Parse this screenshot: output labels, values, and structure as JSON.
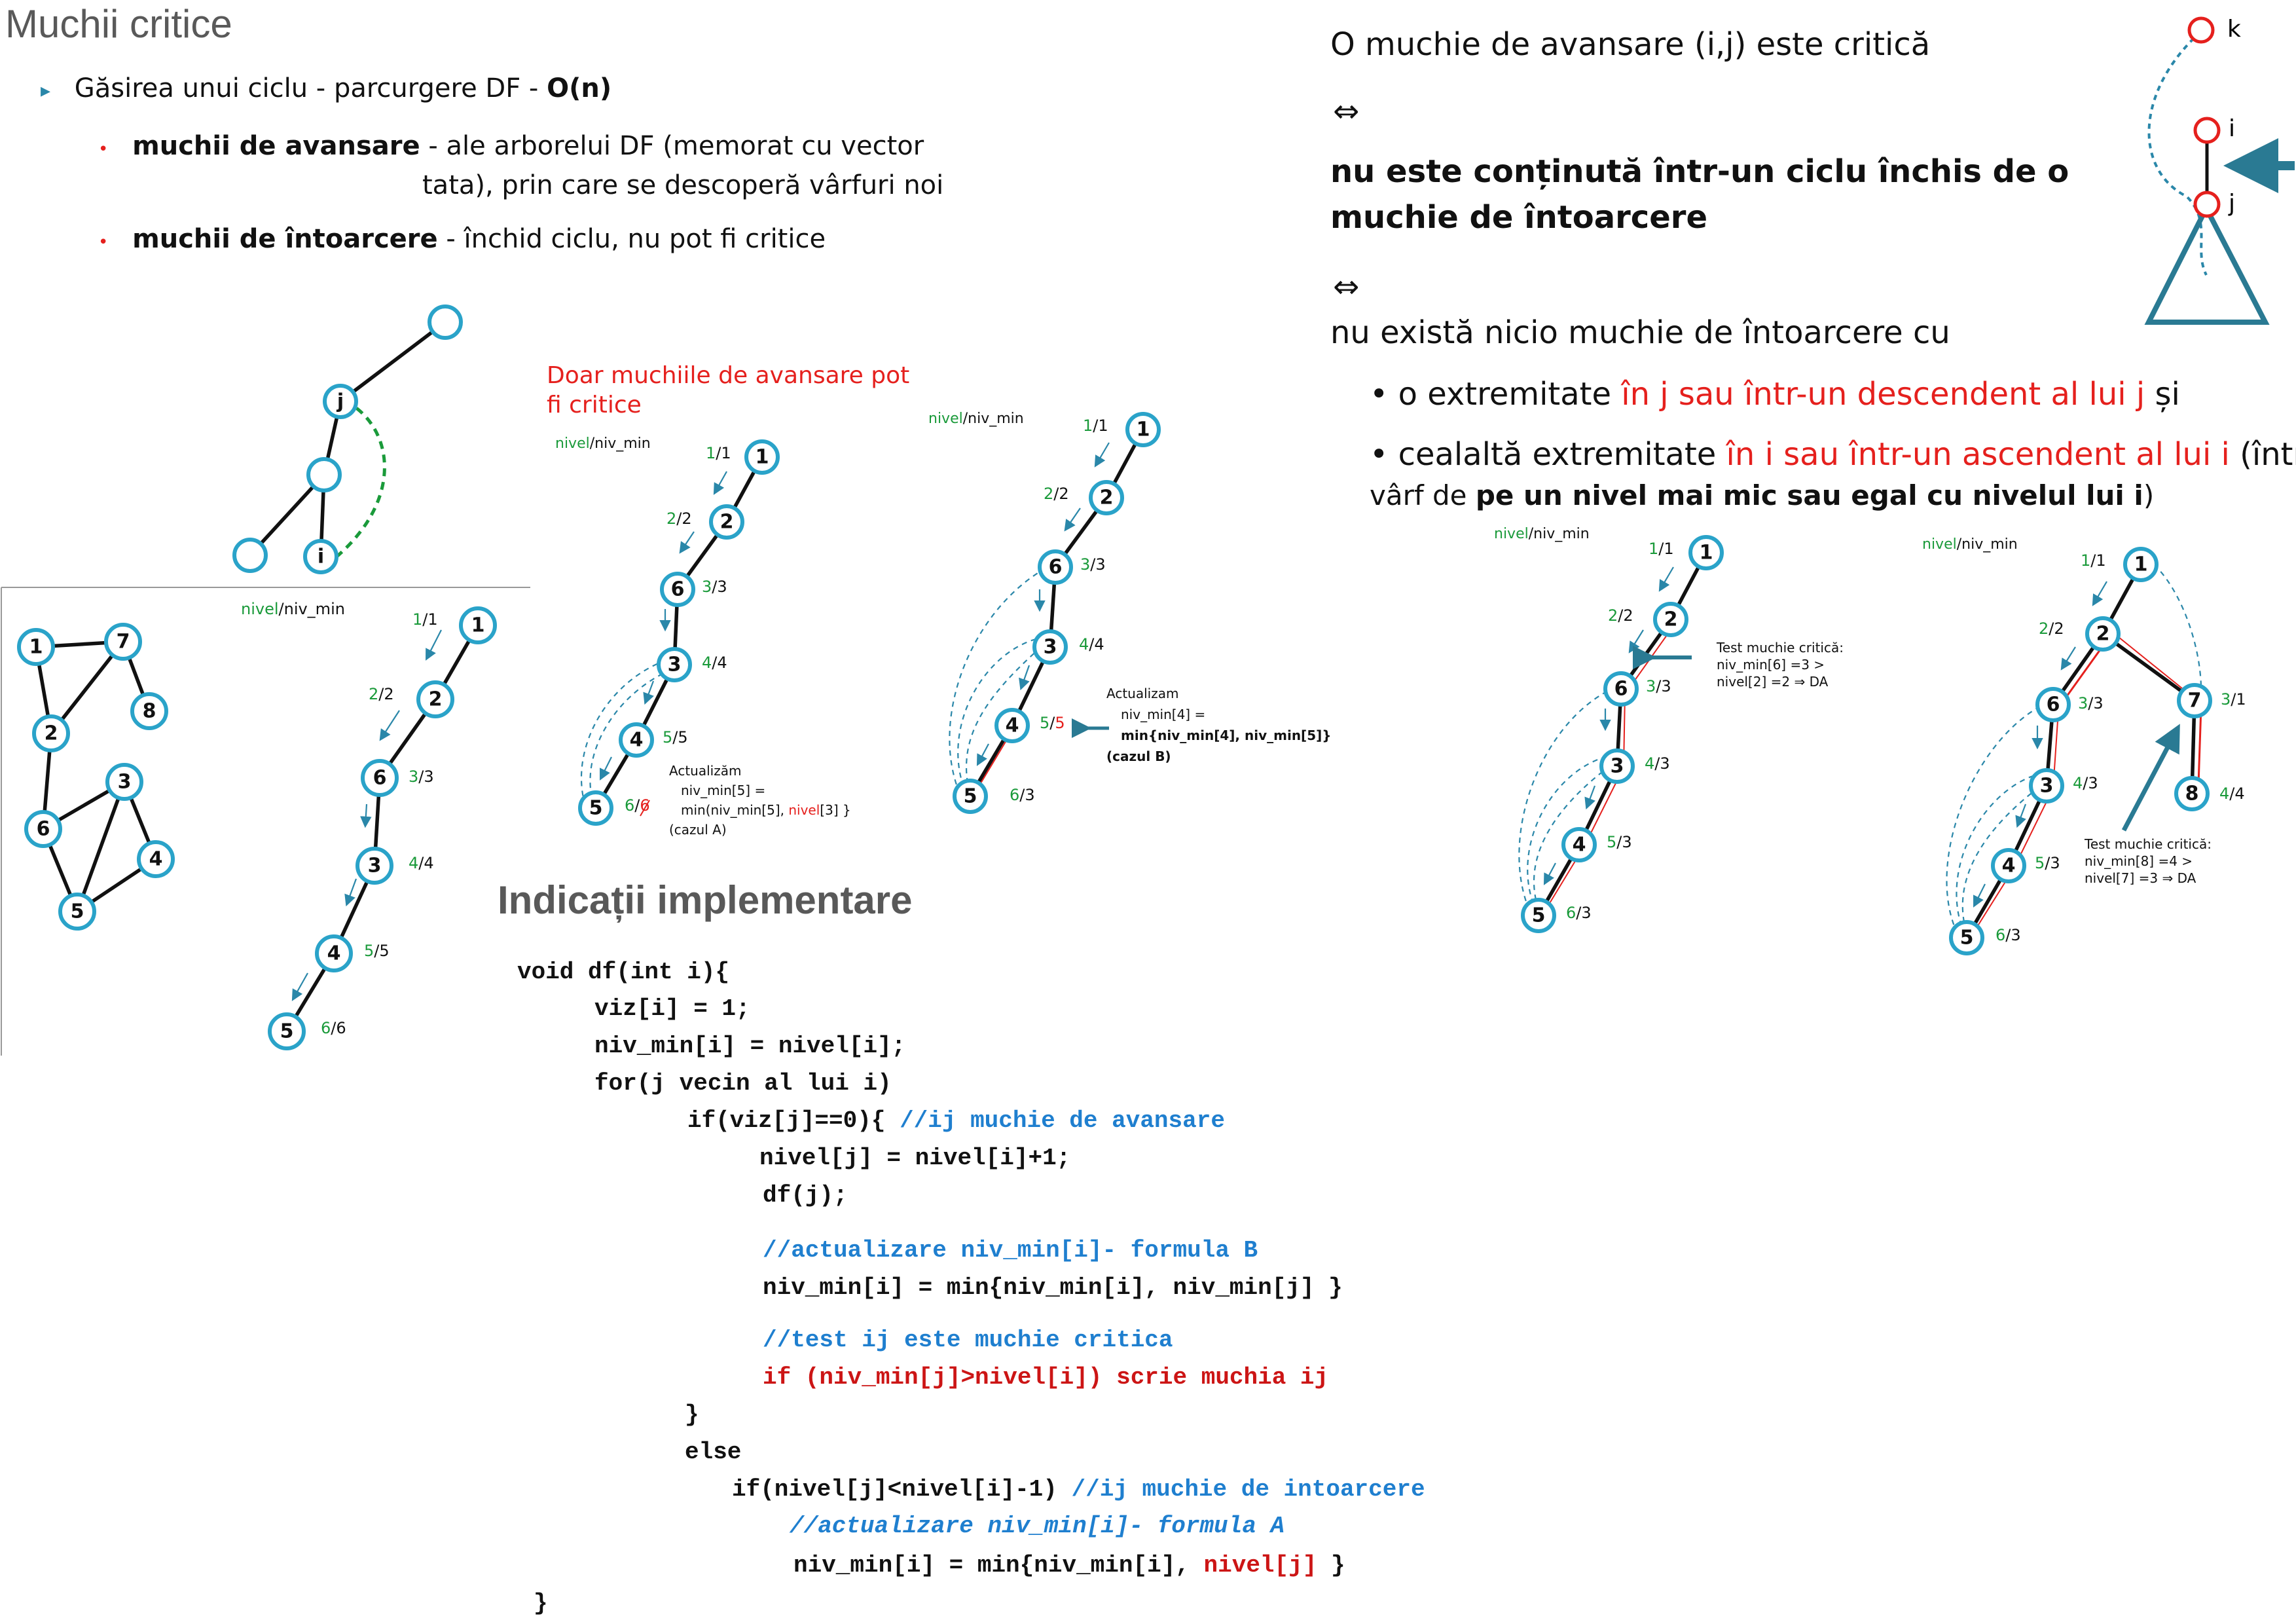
{
  "title": "Muchii critice",
  "intro": {
    "bullet1": "Găsirea unui ciclu - parcurgere DF - ",
    "bullet1_bold": "O(n)",
    "sub1_bold": "muchii de avansare",
    "sub1_rest_line1": " - ale arborelui DF (memorat cu vector",
    "sub1_rest_line2": "tata), prin care se descoperă vârfuri noi",
    "sub2_bold": "muchii de întoarcere",
    "sub2_rest": " - închid ciclu, nu pot fi critice"
  },
  "right_text": {
    "line1": "O muchie de avansare (i,j) este critică",
    "equiv1": "⇔",
    "line2": "nu este conținută într-un ciclu închis de o",
    "line3": "muchie de întoarcere",
    "equiv2": "⇔",
    "line4": "nu există nicio muchie de întoarcere cu",
    "b1_a": "• o extremitate ",
    "b1_red": "în j sau într-un descendent al lui j",
    "b1_b": " și",
    "b2_a": "• cealaltă extremitate ",
    "b2_red": "în i sau într-un ascendent al lui i",
    "b2_b": " (într-un",
    "b2_line2_a": "vârf de ",
    "b2_line2_bold": "pe un nivel mai mic sau egal cu nivelul lui i",
    "b2_line2_c": ")"
  },
  "mini_diagram": {
    "k": "k",
    "i": "i",
    "j": "j"
  },
  "small_tree": {
    "j": "j",
    "i": "i"
  },
  "label_nivel": "nivel",
  "label_sep": "/niv_min",
  "graph": {
    "nodes": [
      "1",
      "7",
      "2",
      "8",
      "3",
      "6",
      "4",
      "5"
    ]
  },
  "trees": {
    "t1": {
      "nodes": [
        "1",
        "2",
        "6",
        "3",
        "4",
        "5"
      ],
      "levels": [
        [
          "1",
          "1"
        ],
        [
          "2",
          "2"
        ],
        [
          "3",
          "3"
        ],
        [
          "4",
          "4"
        ],
        [
          "5",
          "5"
        ],
        [
          "6",
          "6"
        ]
      ]
    },
    "t2": {
      "heading1": "Doar muchiile de avansare pot",
      "heading2": "fi critice",
      "nodes": [
        "1",
        "2",
        "6",
        "3",
        "4",
        "5"
      ],
      "levels": [
        [
          "1",
          "1"
        ],
        [
          "2",
          "2"
        ],
        [
          "3",
          "3"
        ],
        [
          "4",
          "4"
        ],
        [
          "5",
          "5"
        ],
        [
          "6",
          "6"
        ]
      ],
      "note1": "Actualizăm",
      "note2": "niv_min[5] =",
      "note3_a": "min(niv_min[5], ",
      "note3_red": "nivel",
      "note3_b": "[3] }",
      "note4": "(cazul A)"
    },
    "t3": {
      "nodes": [
        "1",
        "2",
        "6",
        "3",
        "4",
        "5"
      ],
      "levels": [
        [
          "1",
          "1"
        ],
        [
          "2",
          "2"
        ],
        [
          "3",
          "3"
        ],
        [
          "4",
          "4"
        ],
        [
          "5",
          "5"
        ],
        [
          "6",
          "3"
        ]
      ],
      "note1": "Actualizam",
      "note2": "niv_min[4] =",
      "note3": "min{niv_min[4], niv_min[5]}",
      "note4": "(cazul B)"
    },
    "t4": {
      "nodes": [
        "1",
        "2",
        "6",
        "3",
        "4",
        "5"
      ],
      "levels": [
        [
          "1",
          "1"
        ],
        [
          "2",
          "2"
        ],
        [
          "3",
          "3"
        ],
        [
          "4",
          "3"
        ],
        [
          "5",
          "3"
        ],
        [
          "6",
          "3"
        ]
      ],
      "note1": "Test muchie critică:",
      "note2": "niv_min[6] =3 >",
      "note3": "nivel[2] =2  ⇒ DA"
    },
    "t5": {
      "nodes": [
        "1",
        "2",
        "6",
        "7",
        "3",
        "8",
        "4",
        "5"
      ],
      "levels": [
        [
          "1",
          "1"
        ],
        [
          "2",
          "2"
        ],
        [
          "3",
          "3"
        ],
        [
          "3",
          "1"
        ],
        [
          "4",
          "3"
        ],
        [
          "4",
          "4"
        ],
        [
          "5",
          "3"
        ],
        [
          "6",
          "3"
        ]
      ],
      "note1": "Test muchie critică:",
      "note2": "niv_min[8] =4 >",
      "note3": "nivel[7] =3  ⇒ DA"
    }
  },
  "impl_title": "Indicații implementare",
  "code": {
    "l1": "void df(int i){",
    "l2": "viz[i] = 1;",
    "l3": "niv_min[i] = nivel[i];",
    "l4": "for(j vecin al lui i)",
    "l5_a": "if(viz[j]==0){ ",
    "l5_c": "//ij muchie de avansare",
    "l6": "nivel[j] = nivel[i]+1;",
    "l7": "df(j);",
    "l8": "//actualizare niv_min[i]- formula B",
    "l9": "niv_min[i] = min{niv_min[i], niv_min[j] }",
    "l10": "//test ij este muchie critica",
    "l11": "if (niv_min[j]>nivel[i]) scrie muchia ij",
    "l12": "}",
    "l13": "else",
    "l14_a": "if(nivel[j]<nivel[i]-1) ",
    "l14_c": "//ij muchie de intoarcere",
    "l15": "//actualizare niv_min[i]- formula A",
    "l16_a": "niv_min[i] = min{niv_min[i], ",
    "l16_red": "nivel[j]",
    "l16_b": " }",
    "l17": "}"
  },
  "colors": {
    "red": "#e5201d",
    "green": "#1a9a3a",
    "comment_blue": "#1f7fcf",
    "arrow_teal": "#2a7a93"
  }
}
